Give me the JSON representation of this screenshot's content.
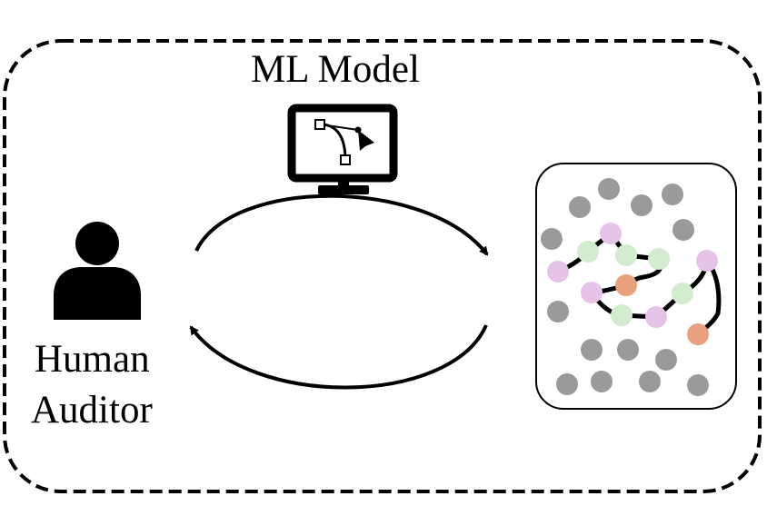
{
  "diagram": {
    "model_label": "ML Model",
    "auditor_label_line1": "Human",
    "auditor_label_line2": "Auditor"
  },
  "colors": {
    "stroke": "#000000",
    "background": "#ffffff",
    "gray_point": "#9a9a9a",
    "pink_point": "#e6c3e8",
    "green_point": "#d3ecd0",
    "orange_point": "#e8a07d"
  },
  "icons": {
    "auditor": "person-icon",
    "model": "monitor-icon",
    "model_screen": "bezier-curve-icon"
  }
}
